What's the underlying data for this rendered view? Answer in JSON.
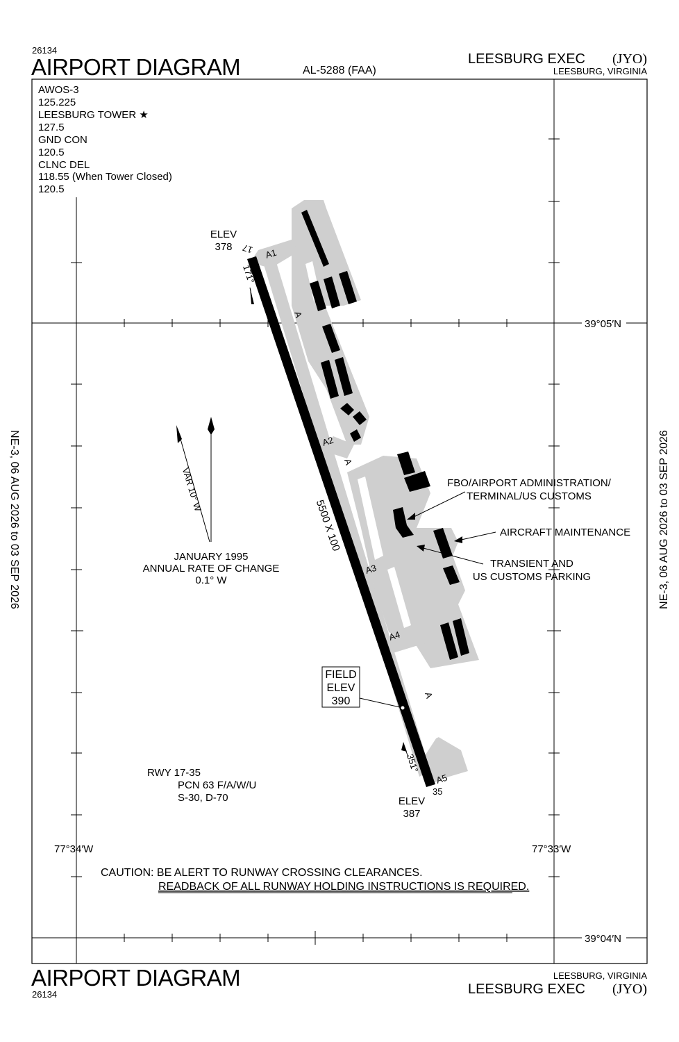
{
  "header": {
    "chart_number": "26134",
    "title": "AIRPORT DIAGRAM",
    "procedure_id": "AL-5288 (FAA)",
    "airport_name": "LEESBURG EXEC",
    "airport_code": "(JYO)",
    "location": "LEESBURG, VIRGINIA"
  },
  "footer": {
    "chart_number": "26134",
    "title": "AIRPORT DIAGRAM",
    "airport_name": "LEESBURG EXEC",
    "airport_code": "(JYO)",
    "location": "LEESBURG, VIRGINIA"
  },
  "side_labels": {
    "left": "NE-3,  06 AUG 2026  to  03 SEP 2026",
    "right": "NE-3,  06 AUG 2026  to  03 SEP 2026"
  },
  "comms": [
    "AWOS-3",
    "125.225",
    "LEESBURG TOWER ★",
    "127.5",
    "GND CON",
    "120.5",
    "CLNC DEL",
    "118.55 (When Tower Closed)",
    "120.5"
  ],
  "coordinates": {
    "lat_north": "39°05′N",
    "lat_south": "39°04′N",
    "lon_west": "77°34′W",
    "lon_east": "77°33′W"
  },
  "runway": {
    "dimensions": "5500 X 100",
    "end_north_number": "17",
    "end_south_number": "35",
    "heading_north": "171°",
    "heading_south": "351°",
    "elev_north_label": "ELEV",
    "elev_north_value": "378",
    "elev_south_label": "ELEV",
    "elev_south_value": "387",
    "data_title": "RWY 17-35",
    "pcn": "PCN 63 F/A/W/U",
    "strength": "S-30, D-70"
  },
  "field_elev": {
    "line1": "FIELD",
    "line2": "ELEV",
    "value": "390"
  },
  "taxiways": {
    "A1": "A1",
    "A2": "A2",
    "A3": "A3",
    "A4": "A4",
    "A5": "A5",
    "A": "A"
  },
  "magnetic": {
    "variation": "VAR 10° W",
    "date": "JANUARY 1995",
    "rate_label": "ANNUAL RATE OF CHANGE",
    "rate_value": "0.1° W"
  },
  "callouts": {
    "fbo_line1": "FBO/AIRPORT ADMINISTRATION/",
    "fbo_line2": "TERMINAL/US CUSTOMS",
    "maintenance": "AIRCRAFT MAINTENANCE",
    "transient_line1": "TRANSIENT AND",
    "transient_line2": "US CUSTOMS PARKING"
  },
  "caution": {
    "line1": "CAUTION: BE ALERT TO RUNWAY CROSSING CLEARANCES.",
    "line2": "READBACK OF ALL RUNWAY HOLDING INSTRUCTIONS IS REQUIRED."
  },
  "colors": {
    "ink": "#000000",
    "pavement": "#cfcfcf",
    "background": "#ffffff"
  }
}
